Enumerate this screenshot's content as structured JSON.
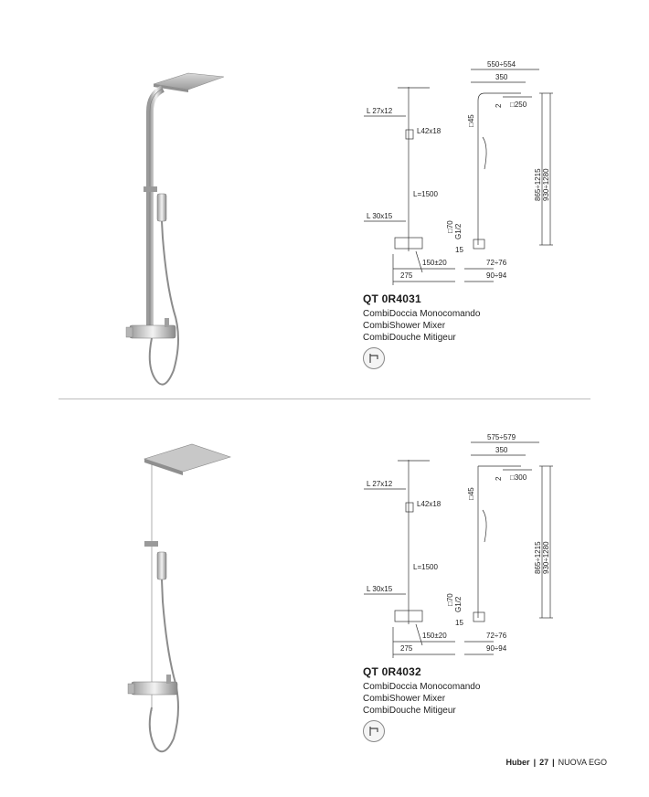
{
  "products": [
    {
      "code": "QT 0R4031",
      "names": [
        "CombiDoccia Monocomando",
        "CombiShower Mixer",
        "CombiDouche Mitigeur"
      ],
      "dimensions": {
        "top_width": "550÷554",
        "arm": "350",
        "head": "□250",
        "drop": "2",
        "height_a": "865÷1215",
        "height_b": "930÷1280",
        "l1": "L  27x12",
        "l2": "L42x18",
        "sq45": "□45",
        "hose": "L=1500",
        "l3": "L  30x15",
        "sq70": "□70",
        "thread": "G1/2",
        "d15": "15",
        "d72": "72÷76",
        "d150": "150±20",
        "d90": "90÷94",
        "d275": "275"
      }
    },
    {
      "code": "QT 0R4032",
      "names": [
        "CombiDoccia Monocomando",
        "CombiShower Mixer",
        "CombiDouche Mitigeur"
      ],
      "dimensions": {
        "top_width": "575÷579",
        "arm": "350",
        "head": "□300",
        "drop": "2",
        "height_a": "865÷1215",
        "height_b": "930÷1280",
        "l1": "L  27x12",
        "l2": "L42x18",
        "sq45": "□45",
        "hose": "L=1500",
        "l3": "L  30x15",
        "sq70": "□70",
        "thread": "G1/2",
        "d15": "15",
        "d72": "72÷76",
        "d150": "150±20",
        "d90": "90÷94",
        "d275": "275"
      }
    }
  ],
  "footer": {
    "brand": "Huber",
    "page": "27",
    "series": "NUOVA EGO"
  }
}
